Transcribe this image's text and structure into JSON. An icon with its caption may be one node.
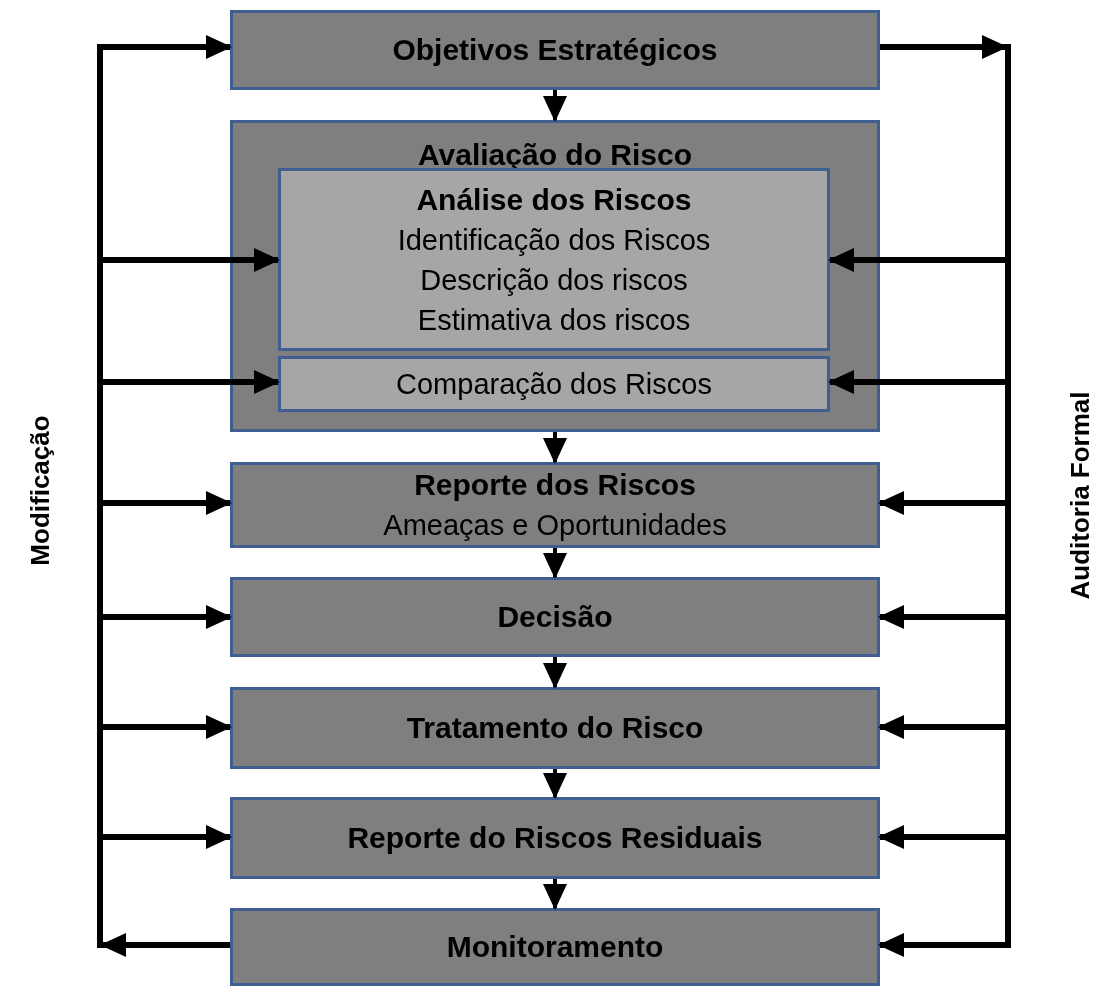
{
  "diagram": {
    "nodes": [
      {
        "text": [
          "Objetivos Estratégicos"
        ]
      },
      {
        "text": [
          "Avaliação do Risco"
        ]
      },
      {
        "text": [
          "Análise dos Riscos",
          "Identificação dos Riscos",
          "Descrição dos riscos",
          "Estimativa dos riscos"
        ],
        "in": 1
      },
      {
        "text": [
          "Comparação dos Riscos"
        ],
        "in": 1
      },
      {
        "text": [
          "Reporte dos Riscos",
          "Ameaças e Oportunidades"
        ]
      },
      {
        "text": [
          "Decisão"
        ]
      },
      {
        "text": [
          "Tratamento do Risco"
        ]
      },
      {
        "text": [
          "Reporte do Riscos Residuais"
        ]
      },
      {
        "text": [
          "Monitoramento"
        ]
      }
    ],
    "edges": [
      {
        "from": 0,
        "to": 1,
        "arrow": "to"
      },
      {
        "from": 1,
        "to": 4,
        "arrow": "to"
      },
      {
        "from": 4,
        "to": 5,
        "arrow": "to"
      },
      {
        "from": 5,
        "to": 6,
        "arrow": "to"
      },
      {
        "from": 6,
        "to": 7,
        "arrow": "to"
      },
      {
        "from": 7,
        "to": 8,
        "arrow": "to"
      },
      {
        "from": 8,
        "to": 0,
        "arrow": "to"
      },
      {
        "from": 8,
        "to": 2,
        "arrow": "to"
      },
      {
        "from": 8,
        "to": 3,
        "arrow": "to"
      },
      {
        "from": 8,
        "to": 4,
        "arrow": "to"
      },
      {
        "from": 8,
        "to": 5,
        "arrow": "to"
      },
      {
        "from": 8,
        "to": 6,
        "arrow": "to"
      },
      {
        "from": 8,
        "to": 7,
        "arrow": "to"
      },
      {
        "from": 0,
        "to": 2,
        "arrow": "to"
      },
      {
        "from": 0,
        "to": 3,
        "arrow": "to"
      },
      {
        "from": 0,
        "to": 4,
        "arrow": "to"
      },
      {
        "from": 0,
        "to": 5,
        "arrow": "to"
      },
      {
        "from": 0,
        "to": 6,
        "arrow": "to"
      },
      {
        "from": 0,
        "to": 7,
        "arrow": "to"
      },
      {
        "from": 0,
        "to": 8,
        "arrow": "to"
      }
    ],
    "labels": [
      "Modificação",
      "Auditoria Formal"
    ]
  }
}
